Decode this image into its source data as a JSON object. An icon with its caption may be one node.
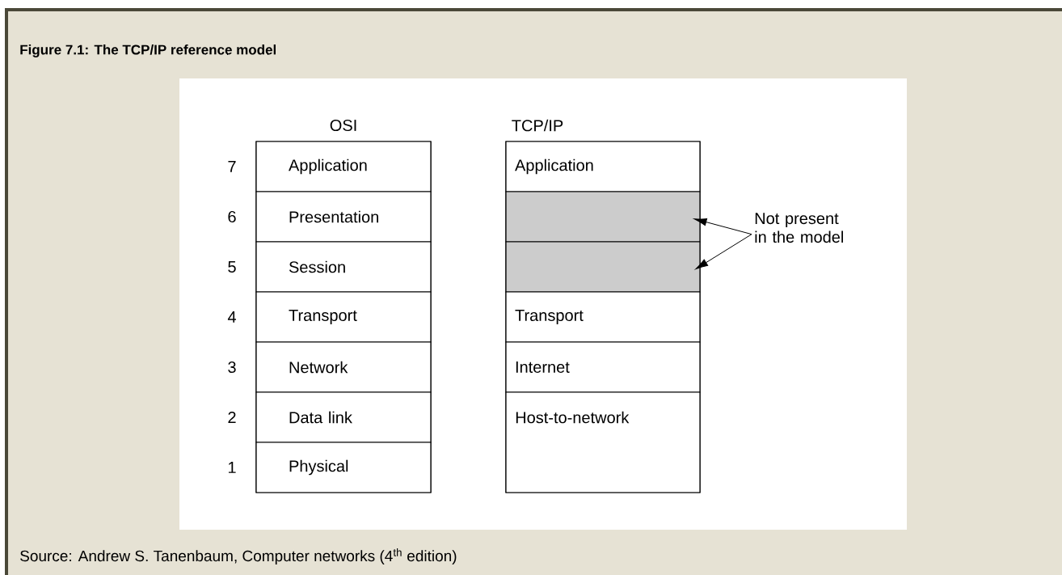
{
  "diagram": {
    "title": "Figure 7.1: The TCP/IP reference model",
    "caption": "Source: Andrew S. Tanenbaum, Computer networks (4$^{th}$ edition)",
    "nodes": [
      {
        "text": [
          "OSI"
        ]
      },
      {
        "text": [
          "Application"
        ],
        "in": 0
      },
      {
        "text": [
          "Presentation"
        ],
        "in": 0
      },
      {
        "text": [
          "Session"
        ],
        "in": 0
      },
      {
        "text": [
          "Transport"
        ],
        "in": 0
      },
      {
        "text": [
          "Network"
        ],
        "in": 0
      },
      {
        "text": [
          "Data link"
        ],
        "in": 0
      },
      {
        "text": [
          "Physical"
        ],
        "in": 0
      },
      {
        "text": [
          "TCP/IP"
        ]
      },
      {
        "text": [
          "Application"
        ],
        "in": 8
      },
      {
        "text": [],
        "shape": "box",
        "in": 8
      },
      {
        "text": [],
        "shape": "box",
        "in": 8
      },
      {
        "text": [
          "Transport"
        ],
        "in": 8
      },
      {
        "text": [
          "Internet"
        ],
        "in": 8
      },
      {
        "text": [
          "Host-to-network"
        ],
        "in": 8
      },
      {
        "text": [
          "Not present in the model"
        ]
      }
    ],
    "edges": [
      {
        "from": 15,
        "to": 10,
        "arrow": "to"
      },
      {
        "from": 15,
        "to": 11,
        "arrow": "to"
      }
    ],
    "labels": [
      "7",
      "6",
      "5",
      "4",
      "3",
      "2",
      "1"
    ]
  }
}
